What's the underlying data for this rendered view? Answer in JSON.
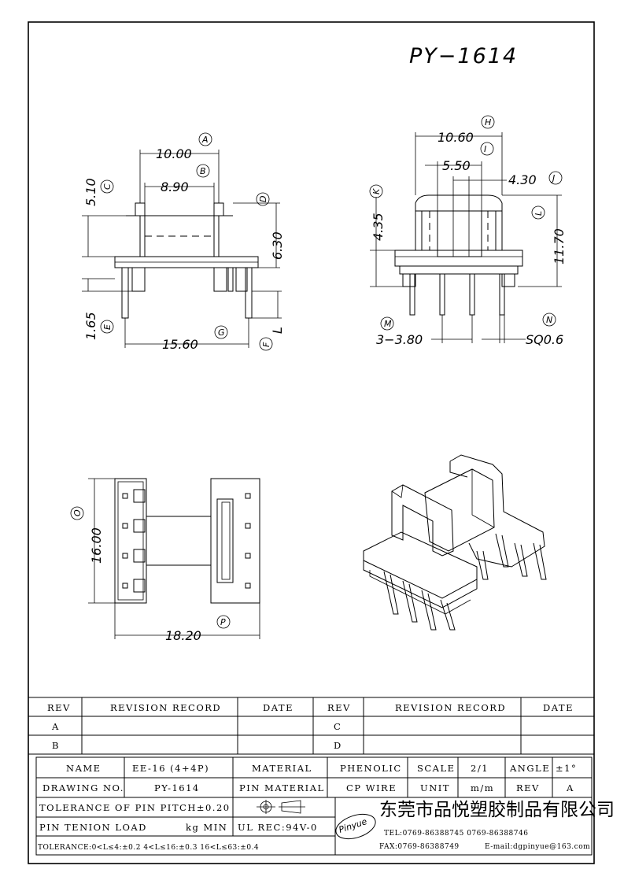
{
  "title": "PY−1614",
  "front_view": {
    "dim_a": "10.00",
    "bub_a": "A",
    "dim_b": "8.90",
    "bub_b": "B",
    "dim_c_top": "5.10",
    "bub_c_top": "C",
    "dim_d": "6.30",
    "bub_d": "D",
    "dim_e": "1.65",
    "bub_e": "E",
    "dim_g": "15.60",
    "bub_g": "G",
    "bub_f": "F",
    "label_l": "L"
  },
  "side_view": {
    "dim_h": "10.60",
    "bub_h": "H",
    "dim_i": "5.50",
    "bub_i": "I",
    "dim_j": "4.30",
    "bub_j": "J",
    "dim_k": "4.35",
    "bub_k": "K",
    "dim_l": "11.70",
    "bub_l": "L",
    "dim_m": "3−3.80",
    "bub_m": "M",
    "dim_n": "SQ0.6",
    "bub_n": "N"
  },
  "top_view": {
    "dim_o": "16.00",
    "bub_o": "O",
    "dim_p": "18.20",
    "bub_p": "P"
  },
  "revision": {
    "h_rev": "REV",
    "h_record": "REVISION RECORD",
    "h_date": "DATE",
    "h_rev2": "REV",
    "h_record2": "REVISION RECORD",
    "h_date2": "DATE",
    "row_a": "A",
    "row_b": "B",
    "row_c": "C",
    "row_d": "D"
  },
  "info": {
    "name_label": "NAME",
    "name_value": "EE-16 (4+4P)",
    "material_label": "MATERIAL",
    "material_value": "PHENOLIC",
    "scale_label": "SCALE",
    "scale_value": "2/1",
    "angle_label": "ANGLE",
    "angle_value": "±1°",
    "drawing_label": "DRAWING NO.",
    "drawing_value": "PY-1614",
    "pin_material_label": "PIN MATERIAL",
    "pin_material_value": "CP WIRE",
    "unit_label": "UNIT",
    "unit_value": "m/m",
    "rev_label": "REV",
    "rev_value": "A",
    "tol_pitch": "TOLERANCE OF PIN PITCH±0.20",
    "pin_load": "PIN TENION LOAD",
    "pin_load_unit": "kg MIN",
    "ul": "UL REC:94V-0",
    "tol_range": "TOLERANCE:0<L≤4:±0.2  4<L≤16:±0.3  16<L≤63:±0.4",
    "logo": "Pinyue",
    "company": "东莞市品悦塑胶制品有限公司",
    "tel": "TEL:0769-86388745   0769-86388746",
    "fax": "FAX:0769-86388749",
    "email": "E-mail:dgpinyue@163.com"
  }
}
